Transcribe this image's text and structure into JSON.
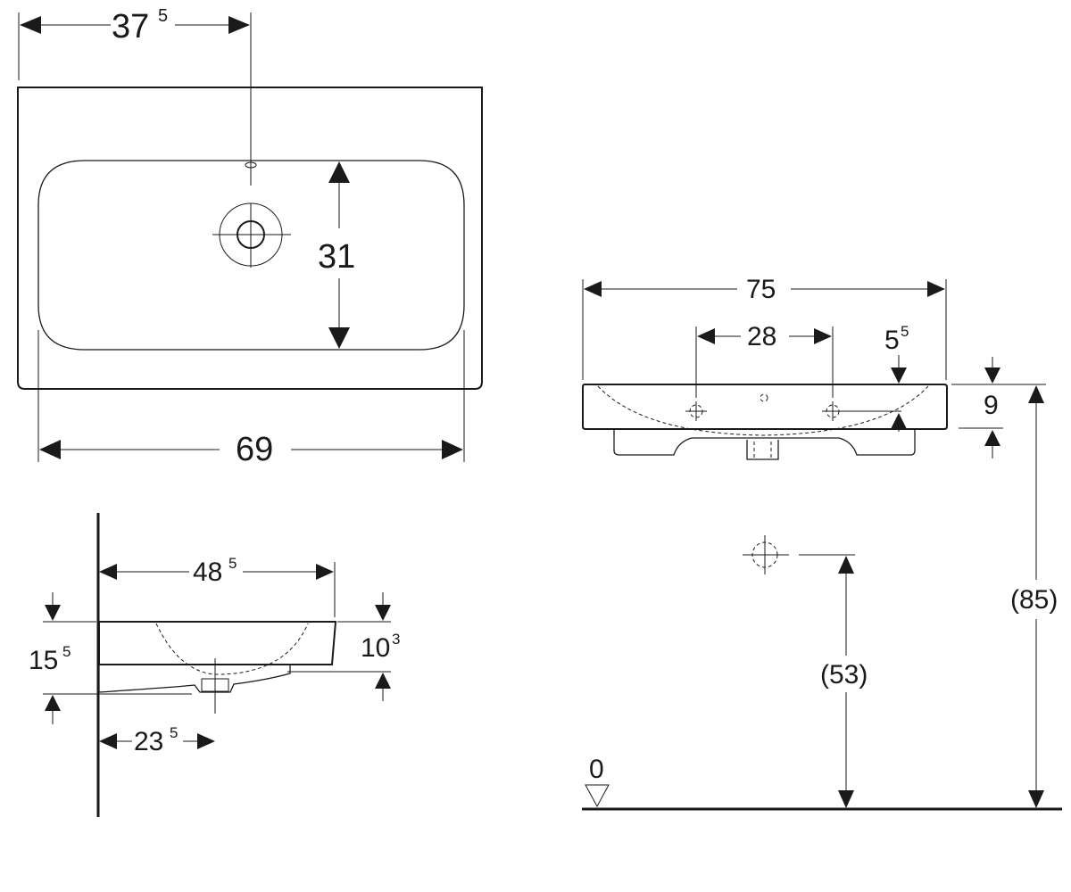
{
  "top_view": {
    "tap_offset": {
      "main": "37",
      "sup": "5"
    },
    "bowl_depth": "31",
    "inner_width": "69"
  },
  "side_view": {
    "depth": {
      "main": "48",
      "sup": "5"
    },
    "height": {
      "main": "15",
      "sup": "5"
    },
    "rim_height": {
      "main": "10",
      "sup": "3"
    },
    "drain_offset": {
      "main": "23",
      "sup": "5"
    }
  },
  "front_view": {
    "overall_width": "75",
    "tap_holes_spacing": "28",
    "side_offset": {
      "main": "5",
      "sup": "5"
    },
    "rim_thickness": "9",
    "install_height": "(85)",
    "drain_height": "(53)",
    "floor_level": "0"
  }
}
